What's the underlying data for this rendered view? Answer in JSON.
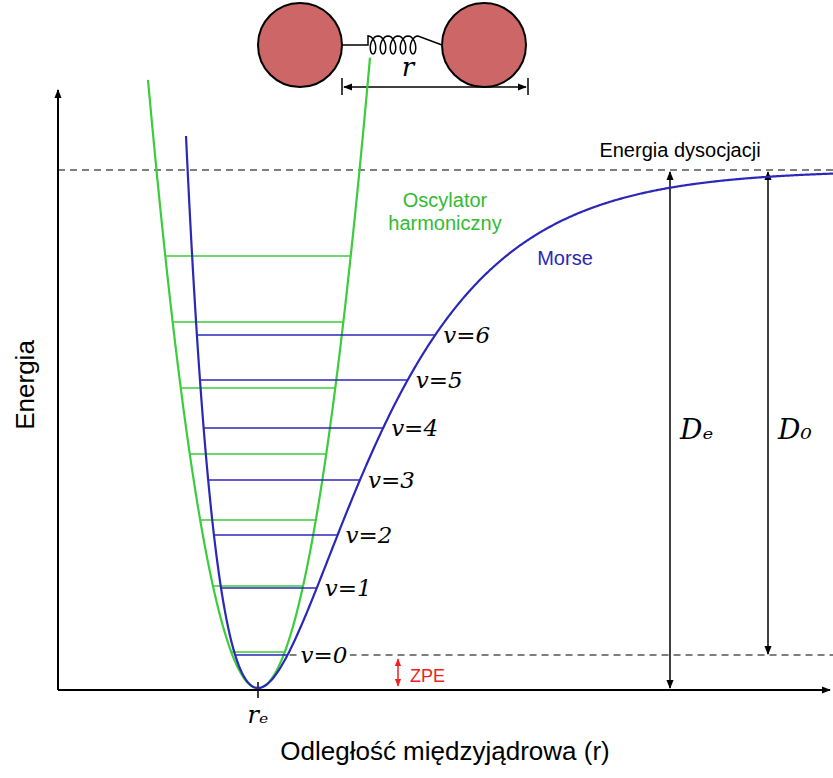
{
  "diagram": {
    "labels": [
      "Energia dysocjacji",
      "Oscylator harmoniczny",
      "Morse",
      "v=6",
      "v=5",
      "v=4",
      "v=3",
      "v=2",
      "v=1",
      "v=0",
      "ZPE",
      "Dₑ",
      "D₀",
      "r",
      "rₑ",
      "Energia",
      "Odległość międzyjądrowa (r)"
    ]
  }
}
